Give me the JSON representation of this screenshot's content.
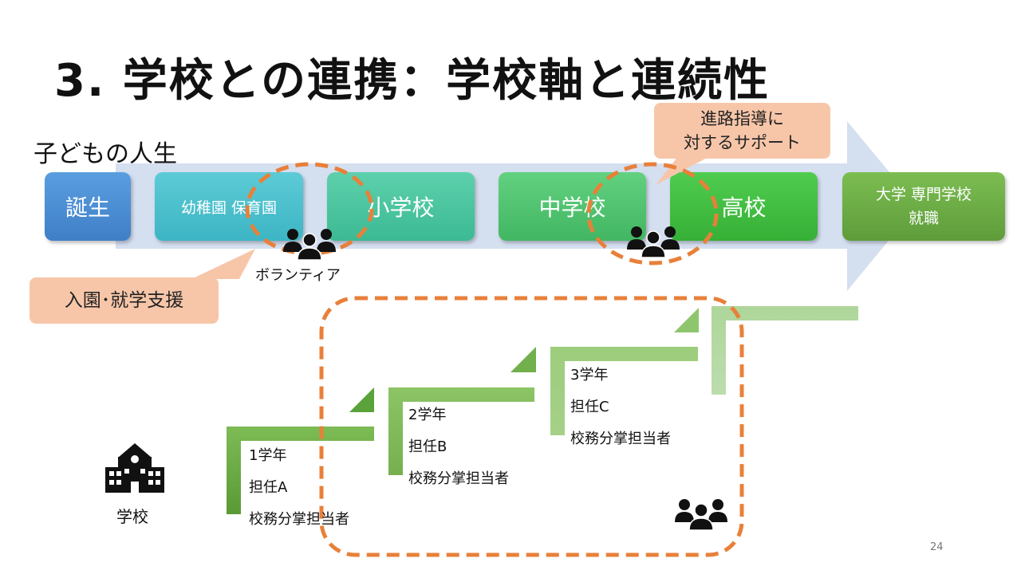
{
  "title": "3. 学校との連携：学校軸と連続性",
  "life_label": "子どもの人生",
  "stages": [
    {
      "label": "誕生"
    },
    {
      "label": "幼稚園 保育園"
    },
    {
      "label": "小学校"
    },
    {
      "label": "中学校"
    },
    {
      "label": "高校"
    },
    {
      "label_line1": "大学 専門学校",
      "label_line2": "就職"
    }
  ],
  "callouts": {
    "career_line1": "進路指導に",
    "career_line2": "対するサポート",
    "enrollment": "入園･就学支援"
  },
  "volunteer_label": "ボランティア",
  "school_label": "学校",
  "grades": [
    {
      "year": "1学年",
      "teacher": "担任A",
      "role": "校務分掌担当者"
    },
    {
      "year": "2学年",
      "teacher": "担任B",
      "role": "校務分掌担当者"
    },
    {
      "year": "3学年",
      "teacher": "担任C",
      "role": "校務分掌担当者"
    }
  ],
  "page_number": "24",
  "icons": [
    "people-group-icon",
    "school-building-icon"
  ],
  "colors": {
    "arrow": "#d4dff0",
    "dashed_outline": "#e8803a",
    "callout_fill": "#f7c6a9",
    "step_green": "#7cb65a"
  }
}
